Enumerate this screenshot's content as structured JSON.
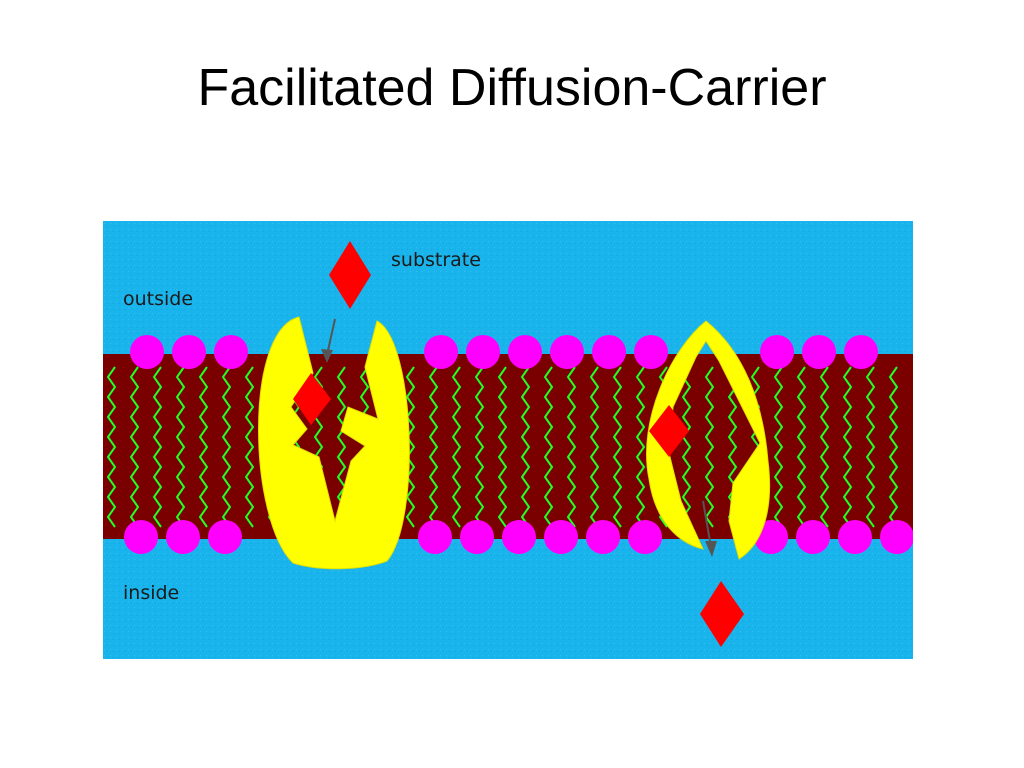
{
  "slide": {
    "title": "Facilitated Diffusion-Carrier"
  },
  "diagram": {
    "labels": {
      "substrate": "substrate",
      "outside": "outside",
      "inside": "inside"
    },
    "colors": {
      "fluid": "#1ab4ec",
      "membrane_core": "#7a0000",
      "phospholipid_head": "#ff00ff",
      "lipid_tail": "#22ff22",
      "carrier_protein": "#ffff00",
      "substrate": "#ff0000",
      "label_text": "#1a1a1a",
      "arrow": "#555555"
    },
    "icons": {
      "carrier": "carrier-protein-shape",
      "substrate": "red-diamond",
      "movement": "down-arrow"
    }
  }
}
